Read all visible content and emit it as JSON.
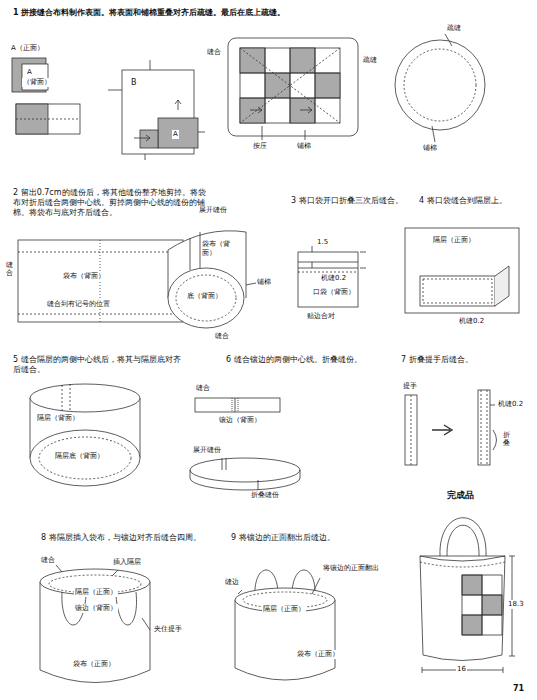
{
  "diagram": {
    "labels": [
      "1 拼接缝合布料制作表面。将表面和铺棉重叠对齐后疏缝。最后在底上疏缝。",
      "A（正面）",
      "A",
      "（背面）",
      "B",
      "A",
      "缝合",
      "疏缝",
      "按压",
      "铺棉",
      "疏缝",
      "铺棉",
      "2 留出0.7cm的缝份后，将其他缝份整齐地剪掉。将袋布对折后缝合两侧中心线。剪掉两侧中心线的缝份的铺棉。将袋布与底对齐后缝合。",
      "缝合",
      "袋布（背面）",
      "缝合到有记号的位置",
      "展开缝份",
      "袋布（背面）",
      "底（背面）",
      "铺棉",
      "缝合",
      "3 将口袋开口折叠三次后缝合。",
      "1.5",
      "机缝0.2",
      "口袋（背面）",
      "贴边合对",
      "4 将口袋缝合到隔层上。",
      "隔层（正面）",
      "机缝0.2",
      "5 缝合隔层的两侧中心线后，将其与隔层底对齐后缝合。",
      "隔层（背面）",
      "隔层底（背面）",
      "6 缝合镶边的两侧中心线。折叠缝份。",
      "缝合",
      "镶边（背面）",
      "展开缝份",
      "折叠缝份",
      "7 折叠提手后缝合。",
      "提手",
      "机缝0.2",
      "折叠",
      "完成品",
      "8 将隔层插入袋布，与镶边对齐后缝合四周。",
      "缝合",
      "插入隔层",
      "隔层（正面）",
      "镶边（背面）",
      "夹住提手",
      "袋布（正面）",
      "9 将镶边的正面翻出后缝边。",
      "缝边",
      "将镶边的正面翻出",
      "隔层（正面）",
      "袋布（正面）",
      "18.3",
      "16",
      "71"
    ]
  }
}
